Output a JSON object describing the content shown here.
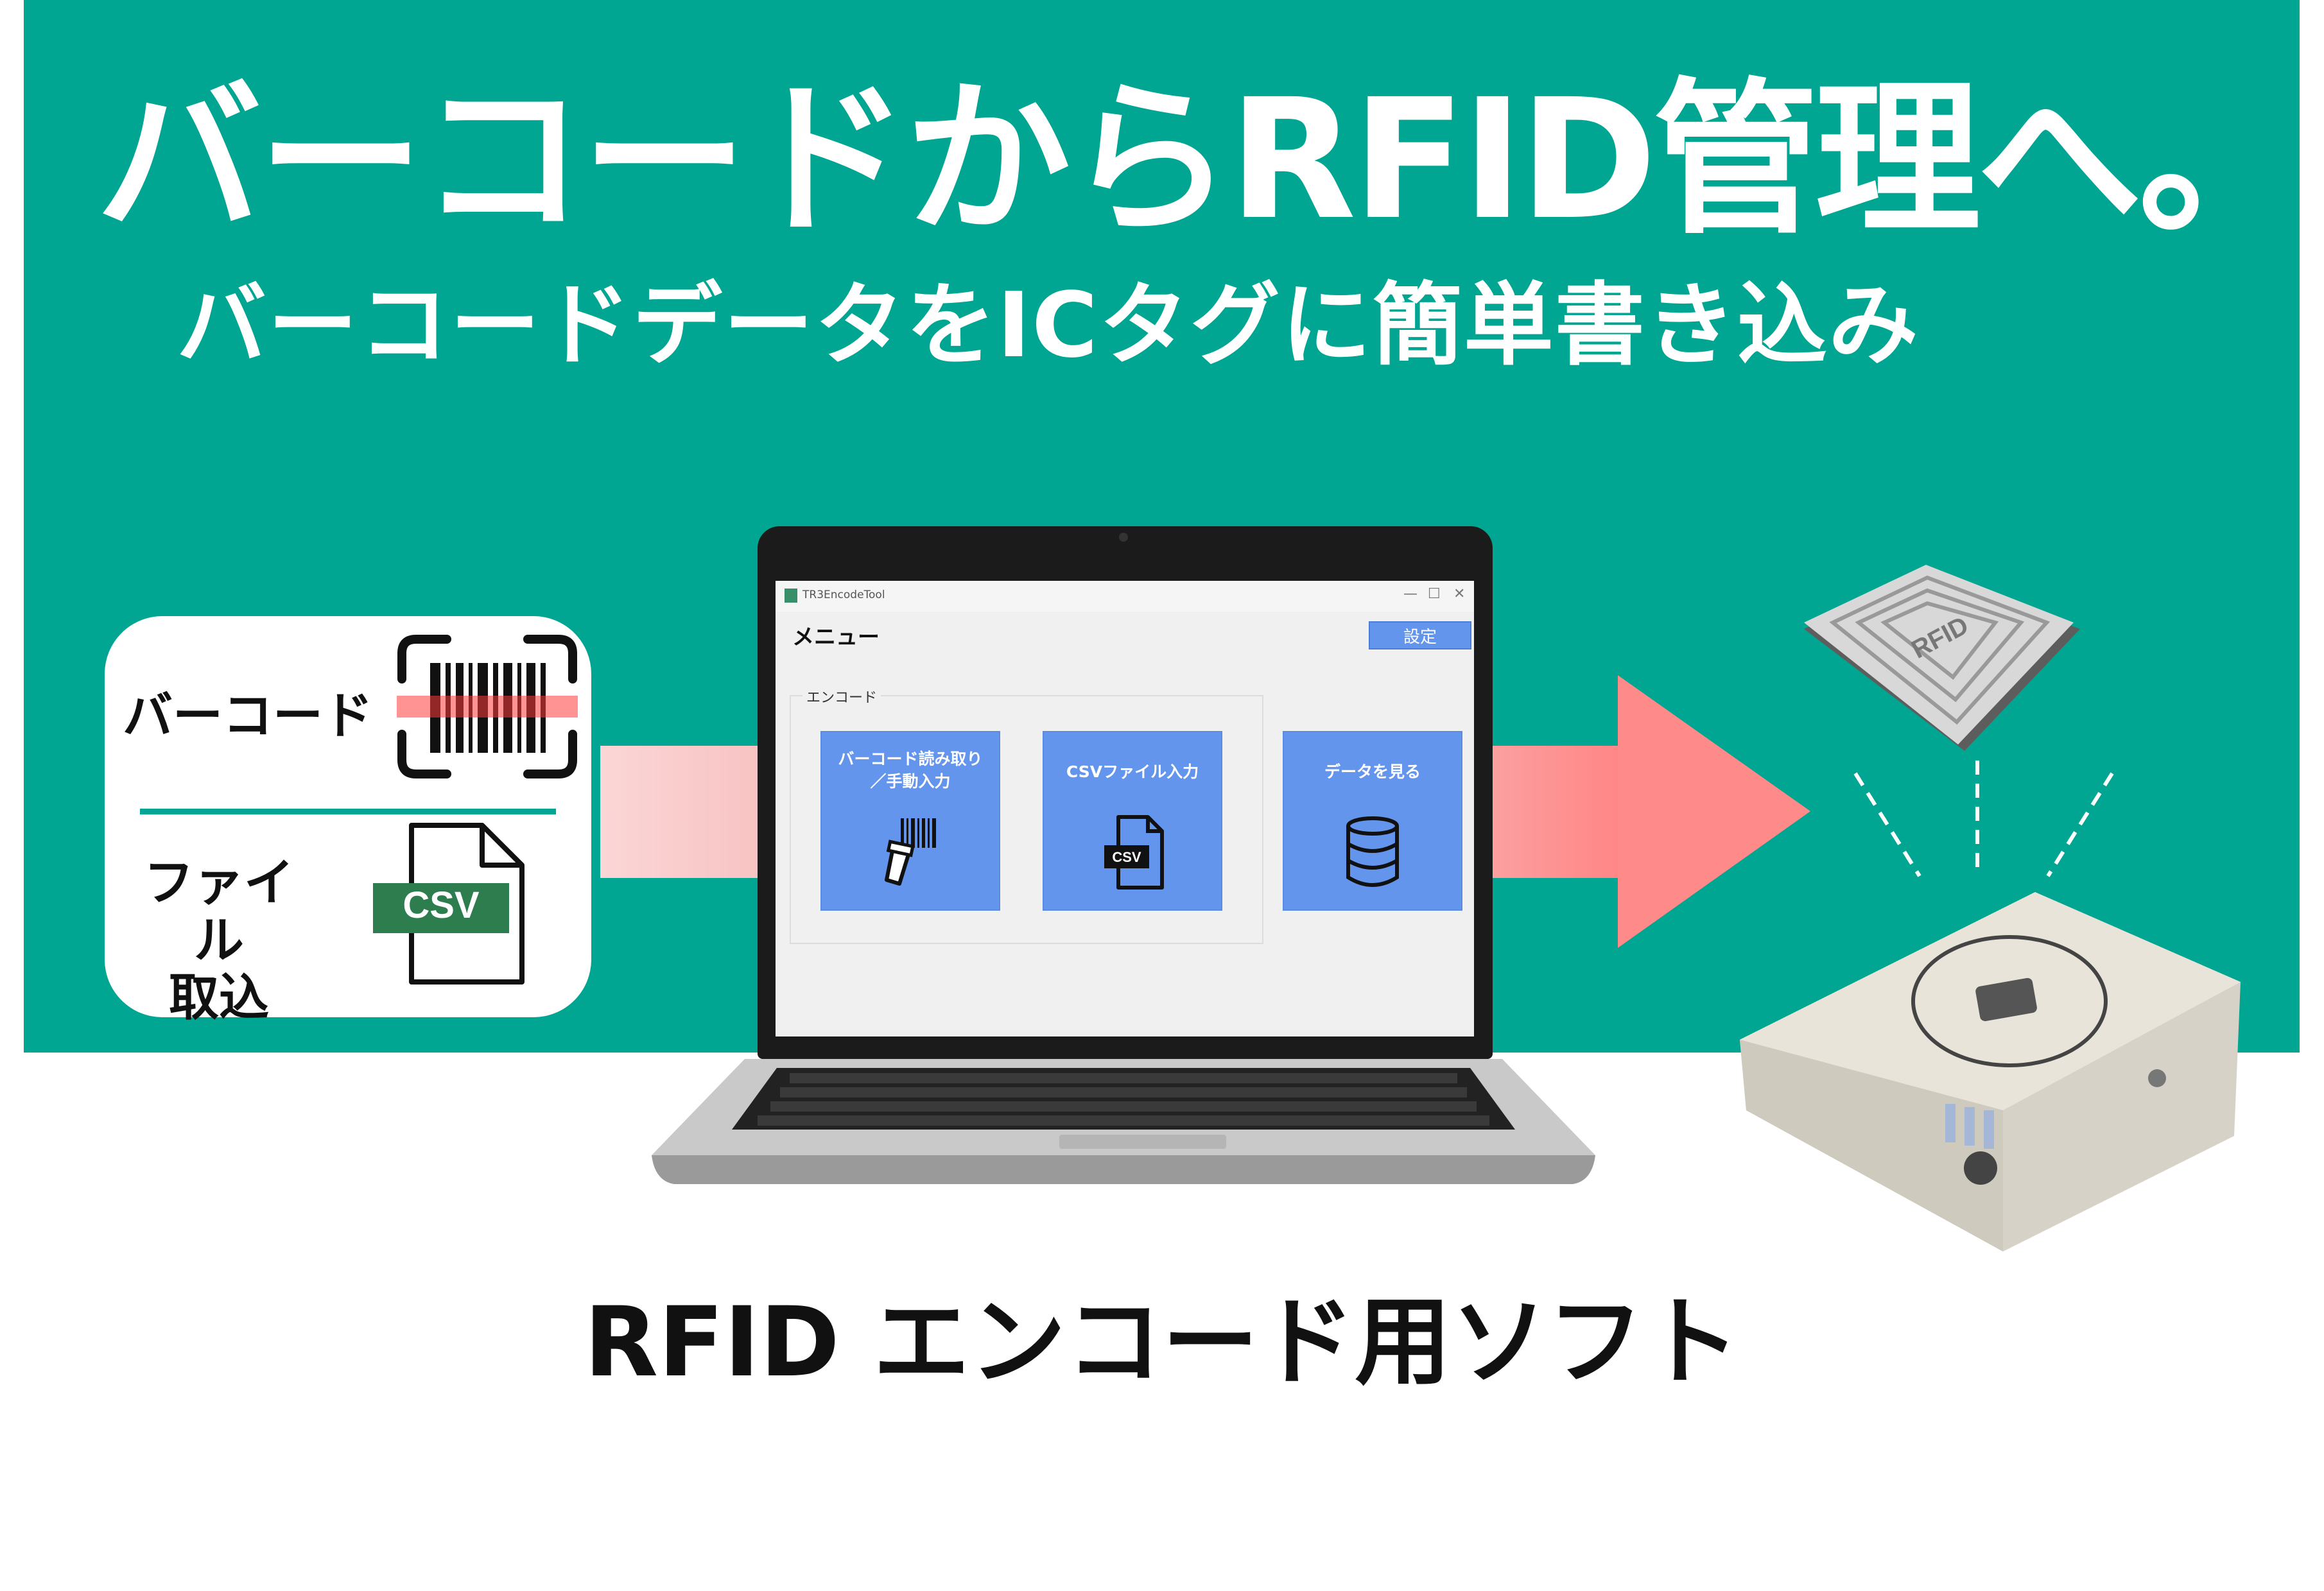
{
  "headline": "バーコードからRFID管理へ。",
  "subhead": "バーコードデータをICタグに簡単書き込み",
  "card": {
    "barcode_label": "バーコード",
    "file_label": "ファイル\n取込",
    "csv_badge": "CSV"
  },
  "app": {
    "window_title": "TR3EncodeTool",
    "controls": [
      "—",
      "☐",
      "✕"
    ],
    "menu_title": "メニュー",
    "settings_label": "設定",
    "group_label": "エンコード",
    "tiles": [
      {
        "label": "バーコード読み取り\n／手動入力",
        "icon": "barcode-scanner-icon"
      },
      {
        "label": "CSVファイル入力",
        "icon": "csv-file-icon",
        "icon_text": "CSV"
      },
      {
        "label": "データを見る",
        "icon": "database-icon"
      }
    ]
  },
  "tag_text": "RFID",
  "footer": "RFID エンコード用ソフト",
  "colors": {
    "brand_green": "#00a691",
    "tile_blue": "#6495ed",
    "arrow_red": "#ff8f8f"
  }
}
